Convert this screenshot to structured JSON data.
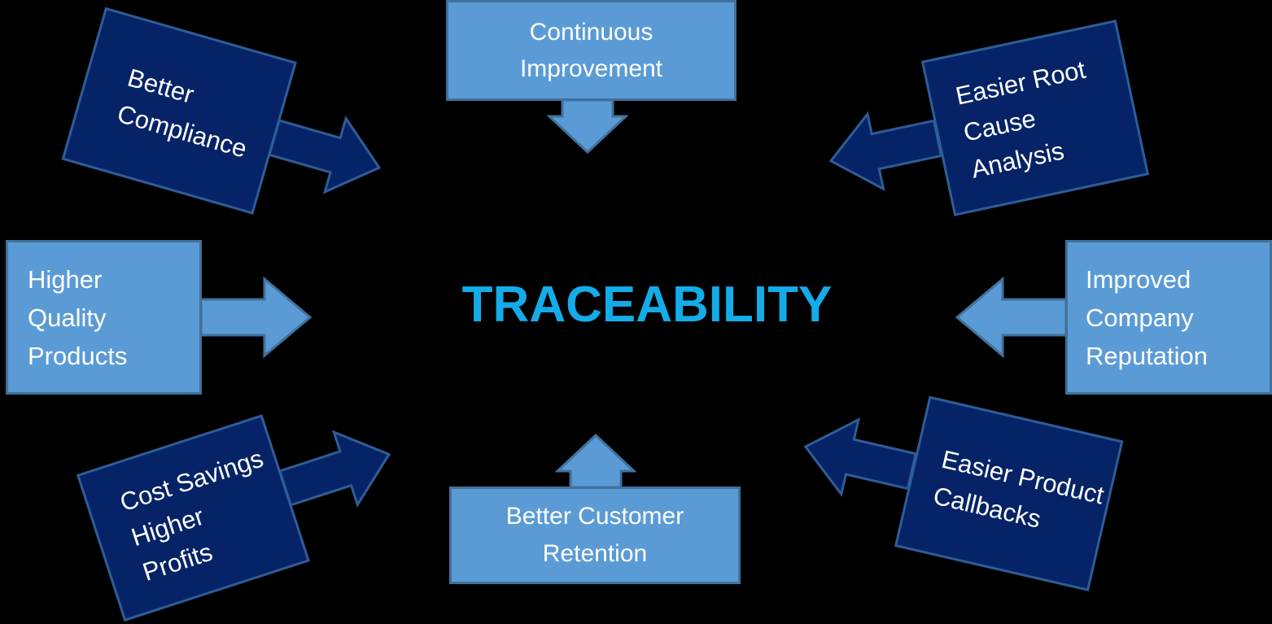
{
  "background_color": "#000000",
  "center": {
    "title": "TRACEABILITY",
    "title_color": "#14ACE8"
  },
  "palette": {
    "light_box_fill": "#5B9BD5",
    "light_box_border": "#41719C",
    "dark_box_fill": "#052366",
    "dark_box_border": "#2F5D96",
    "label_text_color": "#FFFFFF"
  },
  "callouts": [
    {
      "id": "better-compliance",
      "label": "Better\nCompliance",
      "style": "dark",
      "arrow_direction": "right",
      "points_to": "TRACEABILITY"
    },
    {
      "id": "continuous-improvement",
      "label": "Continuous\nImprovement",
      "style": "light",
      "arrow_direction": "down",
      "points_to": "TRACEABILITY"
    },
    {
      "id": "easier-root-cause-analysis",
      "label": "Easier Root\nCause Analysis",
      "style": "dark",
      "arrow_direction": "left",
      "points_to": "TRACEABILITY"
    },
    {
      "id": "higher-quality-products",
      "label": "Higher\nQuality\nProducts",
      "style": "light",
      "arrow_direction": "right",
      "points_to": "TRACEABILITY"
    },
    {
      "id": "improved-company-reputation",
      "label": "Improved\nCompany\nReputation",
      "style": "light",
      "arrow_direction": "left",
      "points_to": "TRACEABILITY"
    },
    {
      "id": "cost-savings-higher-profits",
      "label": "Cost Savings\nHigher\nProfits",
      "style": "dark",
      "arrow_direction": "right",
      "points_to": "TRACEABILITY"
    },
    {
      "id": "better-customer-retention",
      "label": "Better Customer\nRetention",
      "style": "light",
      "arrow_direction": "up",
      "points_to": "TRACEABILITY"
    },
    {
      "id": "easier-product-callbacks",
      "label": "Easier Product\nCallbacks",
      "style": "dark",
      "arrow_direction": "left",
      "points_to": "TRACEABILITY"
    }
  ]
}
